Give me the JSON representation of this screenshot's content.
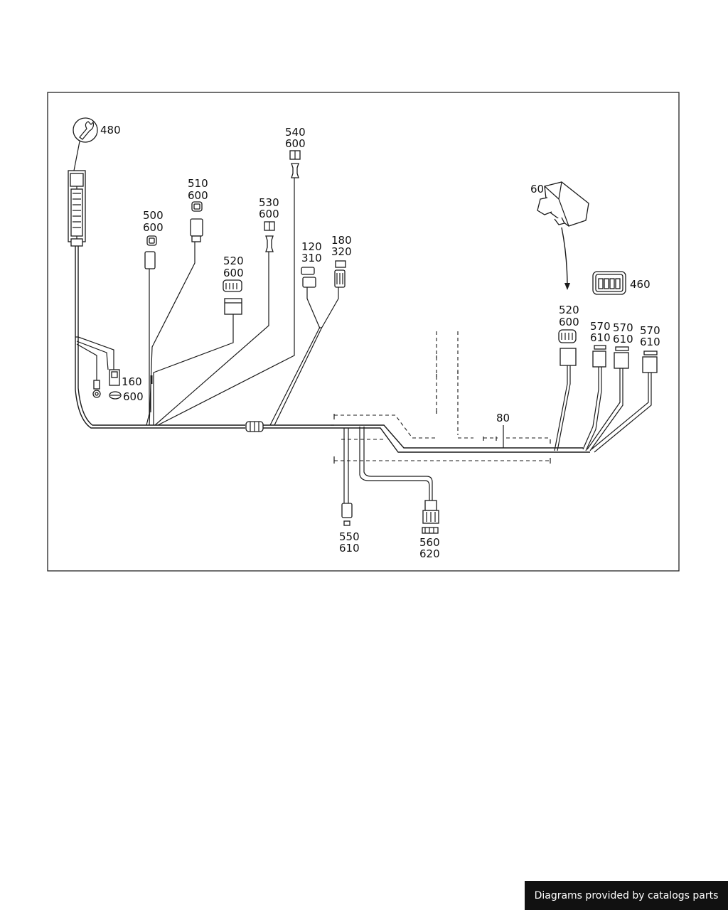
{
  "callouts": {
    "c480": "480",
    "c540": "540",
    "c540b": "600",
    "c510": "510",
    "c510b": "600",
    "c500": "500",
    "c500b": "600",
    "c530": "530",
    "c530b": "600",
    "c520": "520",
    "c520b": "600",
    "c120": "120",
    "c120b": "310",
    "c180": "180",
    "c180b": "320",
    "c160": "160",
    "c160b": "600",
    "c60": "60",
    "c460": "460",
    "c520r": "520",
    "c520rb": "600",
    "c570a": "570",
    "c570ab": "610",
    "c570b": "570",
    "c570bb": "610",
    "c570c": "570",
    "c570cb": "610",
    "c80": "80",
    "c550": "550",
    "c550b": "610",
    "c560": "560",
    "c560b": "620"
  },
  "footer": {
    "credit": "Diagrams provided by catalogs parts"
  }
}
